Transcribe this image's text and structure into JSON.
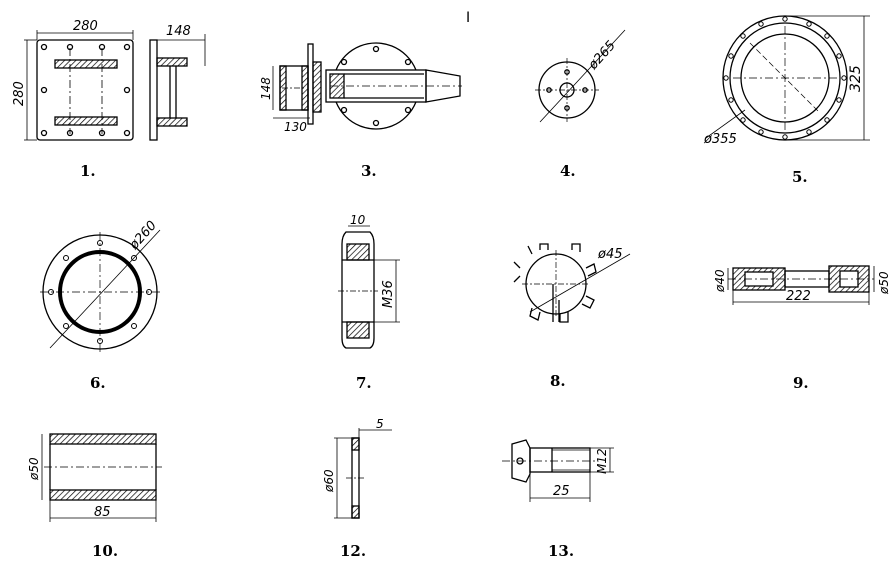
{
  "sheet": {
    "page_mark": "I",
    "parts": [
      {
        "number": "1.",
        "dims": [
          "280",
          "280",
          "148"
        ]
      },
      {
        "number": "3.",
        "dims": [
          "148",
          "130"
        ]
      },
      {
        "number": "4.",
        "dims": [
          "ø265"
        ]
      },
      {
        "number": "5.",
        "dims": [
          "325",
          "ø355"
        ]
      },
      {
        "number": "6.",
        "dims": [
          "ø260"
        ]
      },
      {
        "number": "7.",
        "dims": [
          "10",
          "M36"
        ]
      },
      {
        "number": "8.",
        "dims": [
          "ø45"
        ]
      },
      {
        "number": "9.",
        "dims": [
          "ø40",
          "222",
          "ø50"
        ]
      },
      {
        "number": "10.",
        "dims": [
          "ø50",
          "85"
        ]
      },
      {
        "number": "12.",
        "dims": [
          "5",
          "ø60"
        ]
      },
      {
        "number": "13.",
        "dims": [
          "M12",
          "25"
        ]
      }
    ]
  }
}
